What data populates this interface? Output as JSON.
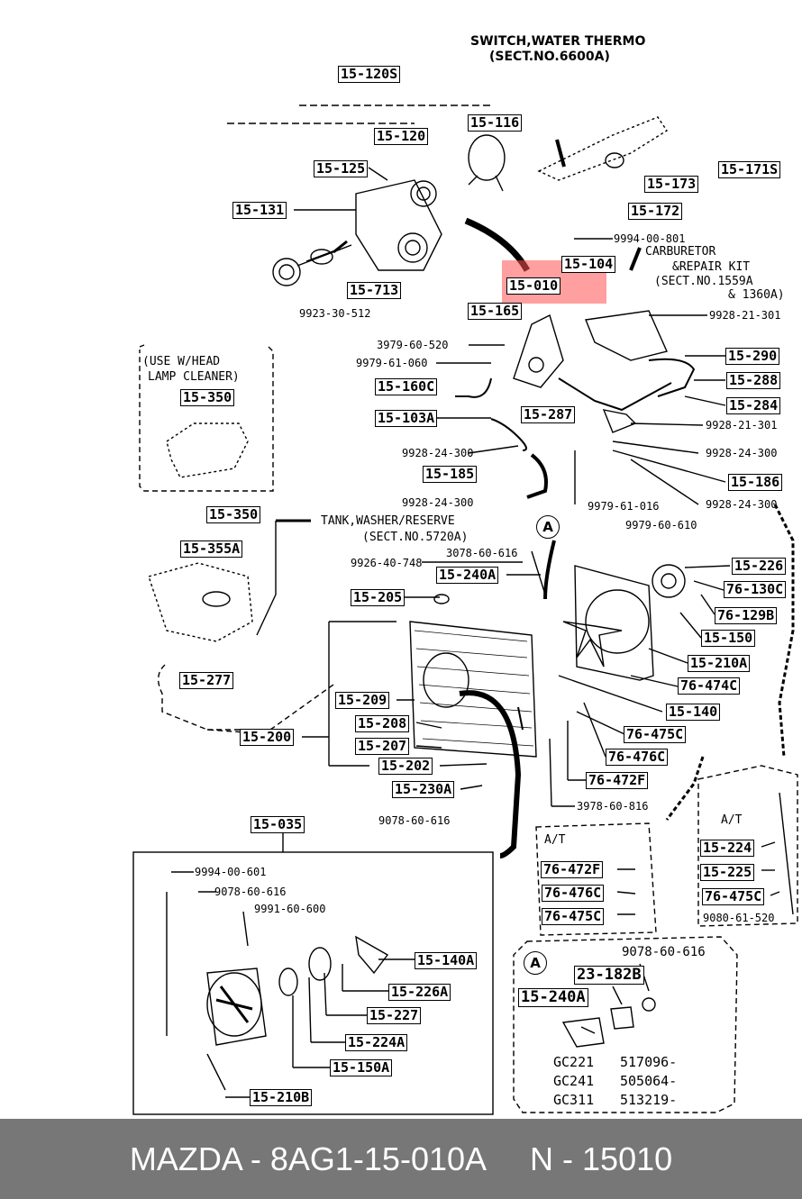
{
  "header": {
    "line1": "SWITCH,WATER THERMO",
    "line2": "(SECT.NO.6600A)"
  },
  "parts": {
    "p_15_120S": "15-120S",
    "p_15_116": "15-116",
    "p_15_120": "15-120",
    "p_15_125": "15-125",
    "p_15_171S": "15-171S",
    "p_15_173": "15-173",
    "p_15_131": "15-131",
    "p_15_172": "15-172",
    "p_15_104": "15-104",
    "p_15_010": "15-010",
    "p_15_713": "15-713",
    "p_15_165": "15-165",
    "p_15_290": "15-290",
    "p_15_288": "15-288",
    "p_15_284": "15-284",
    "p_15_160C": "15-160C",
    "p_15_103A": "15-103A",
    "p_15_287": "15-287",
    "p_15_350a": "15-350",
    "p_15_185": "15-185",
    "p_15_186": "15-186",
    "p_15_350b": "15-350",
    "p_15_355A": "15-355A",
    "p_15_240A": "15-240A",
    "p_15_226": "15-226",
    "p_76_130C": "76-130C",
    "p_76_129B": "76-129B",
    "p_15_205": "15-205",
    "p_15_150": "15-150",
    "p_15_210A": "15-210A",
    "p_15_277": "15-277",
    "p_76_474C": "76-474C",
    "p_15_209": "15-209",
    "p_15_140": "15-140",
    "p_15_208": "15-208",
    "p_15_200": "15-200",
    "p_76_475C": "76-475C",
    "p_15_207": "15-207",
    "p_76_476C": "76-476C",
    "p_15_202": "15-202",
    "p_76_472F": "76-472F",
    "p_15_230A": "15-230A",
    "p_15_035": "15-035",
    "p_at_76_472F": "76-472F",
    "p_at_76_476C": "76-476C",
    "p_at_76_475C": "76-475C",
    "p_at2_15_224": "15-224",
    "p_at2_15_225": "15-225",
    "p_at2_76_475C": "76-475C",
    "p_15_140A": "15-140A",
    "p_15_226A": "15-226A",
    "p_15_227": "15-227",
    "p_15_224A": "15-224A",
    "p_15_150A": "15-150A",
    "p_15_210B": "15-210B",
    "p_23_182B": "23-182B",
    "p_A_15_240A": "15-240A"
  },
  "numbers": {
    "n1": "9994-00-801",
    "n2": "9923-30-512",
    "n3": "9928-21-301",
    "n4": "3979-60-520",
    "n5": "9979-61-060",
    "n6": "9928-21-301",
    "n7": "9928-24-300",
    "n8": "9928-24-300",
    "n9": "9928-24-300",
    "n10": "9979-61-016",
    "n11": "9928-24-300",
    "n12": "9979-60-610",
    "n13": "3078-60-616",
    "n14": "9926-40-748",
    "n15": "3978-60-816",
    "n16": "9078-60-616",
    "n17": "9994-00-601",
    "n18": "9078-60-616",
    "n19": "9991-60-600",
    "n20": "9080-61-520",
    "n21": "9078-60-616"
  },
  "notes": {
    "carb1": "CARBURETOR",
    "carb2": "&REPAIR KIT",
    "carb3": "(SECT.NO.1559A",
    "carb4": "& 1360A)",
    "use1": "(USE W/HEAD",
    "use2": "LAMP CLEANER)",
    "tank1": "TANK,WASHER/RESERVE",
    "tank2": "(SECT.NO.5720A)",
    "at1": "A/T",
    "at2": "A/T",
    "circleA1": "A",
    "circleA2": "A",
    "gc1a": "GC221",
    "gc1b": "517096-",
    "gc2a": "GC241",
    "gc2b": "505064-",
    "gc3a": "GC311",
    "gc3b": "513219-"
  },
  "footer": {
    "brand_part": "MAZDA - 8AG1-15-010A",
    "number": "N - 15010"
  },
  "colors": {
    "highlight": "#ff5050",
    "footer_bg": "#777777"
  }
}
